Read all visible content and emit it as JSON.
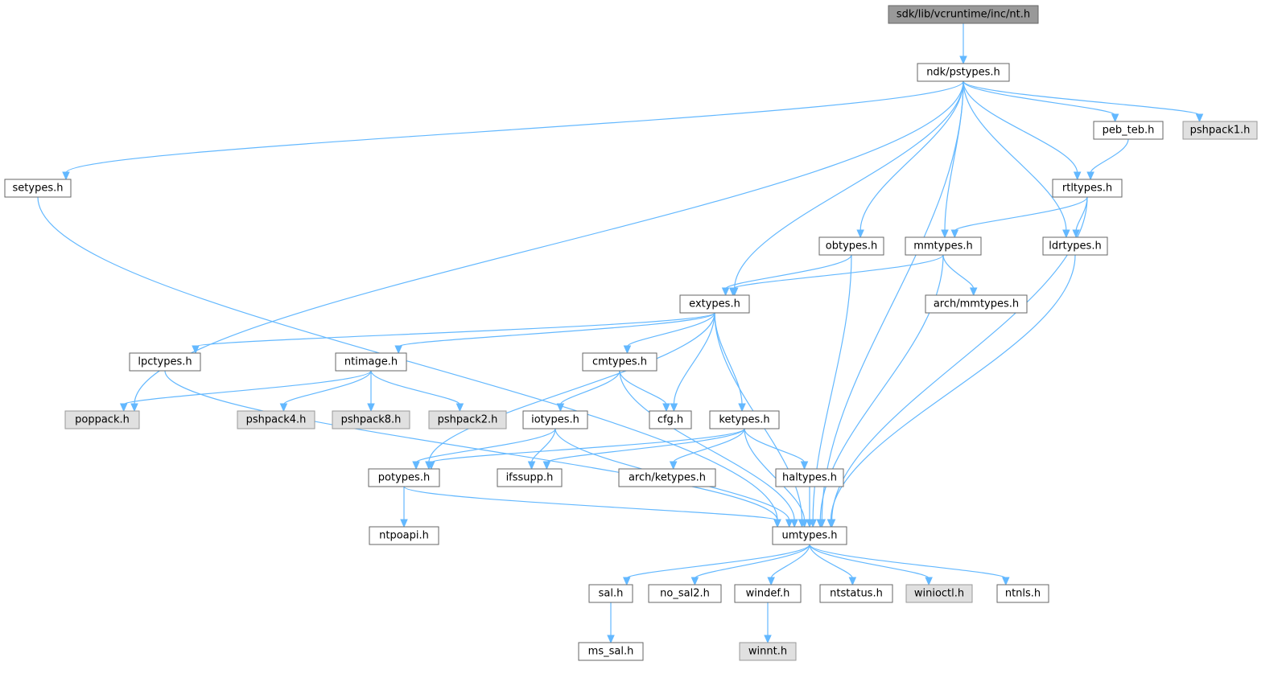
{
  "nodes": [
    {
      "id": "nt",
      "label": "sdk/lib/vcruntime/inc/nt.h",
      "style": "root"
    },
    {
      "id": "pstypes",
      "label": "ndk/pstypes.h",
      "style": "normal"
    },
    {
      "id": "setypes",
      "label": "setypes.h",
      "style": "normal"
    },
    {
      "id": "peb_teb",
      "label": "peb_teb.h",
      "style": "normal"
    },
    {
      "id": "pshpack1",
      "label": "pshpack1.h",
      "style": "gray"
    },
    {
      "id": "rtltypes",
      "label": "rtltypes.h",
      "style": "normal"
    },
    {
      "id": "obtypes",
      "label": "obtypes.h",
      "style": "normal"
    },
    {
      "id": "mmtypes",
      "label": "mmtypes.h",
      "style": "normal"
    },
    {
      "id": "ldrtypes",
      "label": "ldrtypes.h",
      "style": "normal"
    },
    {
      "id": "extypes",
      "label": "extypes.h",
      "style": "normal"
    },
    {
      "id": "archmm",
      "label": "arch/mmtypes.h",
      "style": "normal"
    },
    {
      "id": "lpctypes",
      "label": "lpctypes.h",
      "style": "normal"
    },
    {
      "id": "ntimage",
      "label": "ntimage.h",
      "style": "normal"
    },
    {
      "id": "cmtypes",
      "label": "cmtypes.h",
      "style": "normal"
    },
    {
      "id": "poppack",
      "label": "poppack.h",
      "style": "gray"
    },
    {
      "id": "pshpack4",
      "label": "pshpack4.h",
      "style": "gray"
    },
    {
      "id": "pshpack8",
      "label": "pshpack8.h",
      "style": "gray"
    },
    {
      "id": "pshpack2",
      "label": "pshpack2.h",
      "style": "gray"
    },
    {
      "id": "iotypes",
      "label": "iotypes.h",
      "style": "normal"
    },
    {
      "id": "cfg",
      "label": "cfg.h",
      "style": "normal"
    },
    {
      "id": "ketypes",
      "label": "ketypes.h",
      "style": "normal"
    },
    {
      "id": "potypes",
      "label": "potypes.h",
      "style": "normal"
    },
    {
      "id": "ifssupp",
      "label": "ifssupp.h",
      "style": "normal"
    },
    {
      "id": "archke",
      "label": "arch/ketypes.h",
      "style": "normal"
    },
    {
      "id": "haltypes",
      "label": "haltypes.h",
      "style": "normal"
    },
    {
      "id": "ntpoapi",
      "label": "ntpoapi.h",
      "style": "normal"
    },
    {
      "id": "umtypes",
      "label": "umtypes.h",
      "style": "normal"
    },
    {
      "id": "sal",
      "label": "sal.h",
      "style": "normal"
    },
    {
      "id": "no_sal2",
      "label": "no_sal2.h",
      "style": "normal"
    },
    {
      "id": "windef",
      "label": "windef.h",
      "style": "normal"
    },
    {
      "id": "ntstatus",
      "label": "ntstatus.h",
      "style": "normal"
    },
    {
      "id": "winioctl",
      "label": "winioctl.h",
      "style": "gray"
    },
    {
      "id": "ntnls",
      "label": "ntnls.h",
      "style": "normal"
    },
    {
      "id": "ms_sal",
      "label": "ms_sal.h",
      "style": "normal"
    },
    {
      "id": "winnt",
      "label": "winnt.h",
      "style": "gray"
    }
  ],
  "edges": [
    [
      "nt",
      "pstypes"
    ],
    [
      "pstypes",
      "setypes"
    ],
    [
      "pstypes",
      "poppack"
    ],
    [
      "pstypes",
      "extypes"
    ],
    [
      "pstypes",
      "obtypes"
    ],
    [
      "pstypes",
      "mmtypes"
    ],
    [
      "pstypes",
      "umtypes"
    ],
    [
      "pstypes",
      "ldrtypes"
    ],
    [
      "pstypes",
      "rtltypes"
    ],
    [
      "pstypes",
      "peb_teb"
    ],
    [
      "pstypes",
      "pshpack1"
    ],
    [
      "peb_teb",
      "rtltypes"
    ],
    [
      "rtltypes",
      "mmtypes"
    ],
    [
      "rtltypes",
      "ldrtypes"
    ],
    [
      "rtltypes",
      "umtypes"
    ],
    [
      "setypes",
      "umtypes"
    ],
    [
      "obtypes",
      "extypes"
    ],
    [
      "obtypes",
      "umtypes"
    ],
    [
      "mmtypes",
      "extypes"
    ],
    [
      "mmtypes",
      "archmm"
    ],
    [
      "mmtypes",
      "umtypes"
    ],
    [
      "ldrtypes",
      "umtypes"
    ],
    [
      "extypes",
      "lpctypes"
    ],
    [
      "extypes",
      "ntimage"
    ],
    [
      "extypes",
      "cmtypes"
    ],
    [
      "extypes",
      "cfg"
    ],
    [
      "extypes",
      "ketypes"
    ],
    [
      "extypes",
      "potypes"
    ],
    [
      "extypes",
      "umtypes"
    ],
    [
      "lpctypes",
      "umtypes"
    ],
    [
      "ntimage",
      "poppack"
    ],
    [
      "ntimage",
      "pshpack4"
    ],
    [
      "ntimage",
      "pshpack8"
    ],
    [
      "ntimage",
      "pshpack2"
    ],
    [
      "cmtypes",
      "iotypes"
    ],
    [
      "cmtypes",
      "cfg"
    ],
    [
      "cmtypes",
      "umtypes"
    ],
    [
      "iotypes",
      "potypes"
    ],
    [
      "iotypes",
      "ifssupp"
    ],
    [
      "iotypes",
      "umtypes"
    ],
    [
      "ketypes",
      "potypes"
    ],
    [
      "ketypes",
      "ifssupp"
    ],
    [
      "ketypes",
      "archke"
    ],
    [
      "ketypes",
      "haltypes"
    ],
    [
      "ketypes",
      "umtypes"
    ],
    [
      "haltypes",
      "umtypes"
    ],
    [
      "potypes",
      "ntpoapi"
    ],
    [
      "potypes",
      "umtypes"
    ],
    [
      "umtypes",
      "sal"
    ],
    [
      "umtypes",
      "no_sal2"
    ],
    [
      "umtypes",
      "windef"
    ],
    [
      "umtypes",
      "ntstatus"
    ],
    [
      "umtypes",
      "winioctl"
    ],
    [
      "umtypes",
      "ntnls"
    ],
    [
      "sal",
      "ms_sal"
    ],
    [
      "windef",
      "winnt"
    ]
  ]
}
